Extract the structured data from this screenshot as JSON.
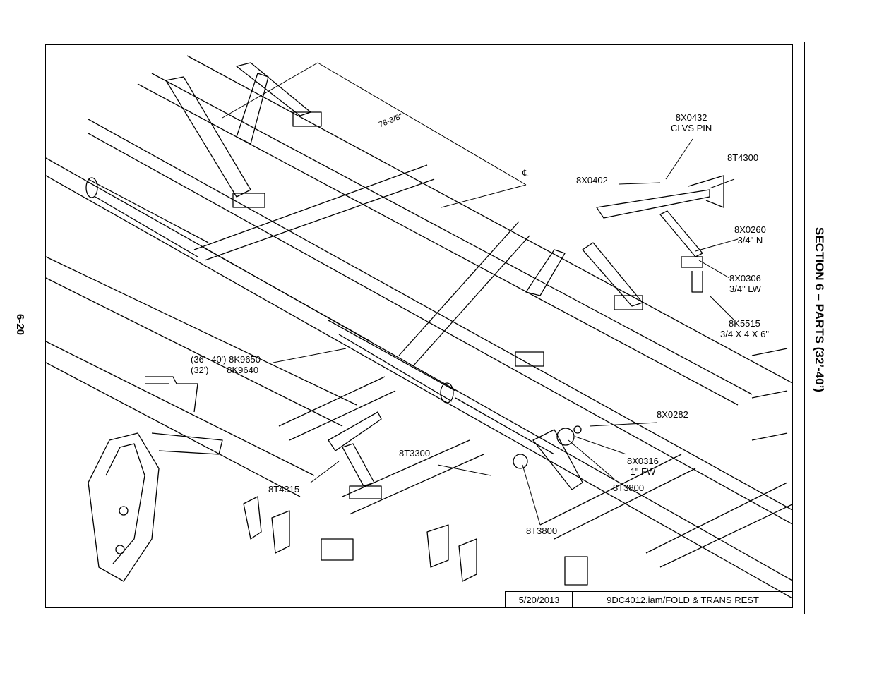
{
  "page": {
    "number": "6-20",
    "section_title": "SECTION 6 – PARTS (32’-40’)"
  },
  "title_block": {
    "date": "5/20/2013",
    "file": "9DC4012.iam/FOLD & TRANS REST"
  },
  "dimension": {
    "value": "78-3/8\"",
    "centerline": "℄"
  },
  "callouts": {
    "c8X0432": {
      "part": "8X0432",
      "desc": "CLVS PIN"
    },
    "c8T4300": {
      "part": "8T4300"
    },
    "c8X0402": {
      "part": "8X0402"
    },
    "c8X0260": {
      "part": "8X0260",
      "desc": "3/4\" N"
    },
    "c8X0306": {
      "part": "8X0306",
      "desc": "3/4\" LW"
    },
    "c8K5515": {
      "part": "8K5515",
      "desc": "3/4 X 4 X 6\""
    },
    "c8K9650": {
      "part": "8K9650",
      "note": "(36' -40')"
    },
    "c8K9640": {
      "part": "8K9640",
      "note": "(32')"
    },
    "c8X0282": {
      "part": "8X0282"
    },
    "c8X0316": {
      "part": "8X0316",
      "desc": "1\" FW"
    },
    "c8T3800a": {
      "part": "8T3800"
    },
    "c8T3300": {
      "part": "8T3300"
    },
    "c8T4315": {
      "part": "8T4315"
    },
    "c8T3800b": {
      "part": "8T3800"
    }
  }
}
